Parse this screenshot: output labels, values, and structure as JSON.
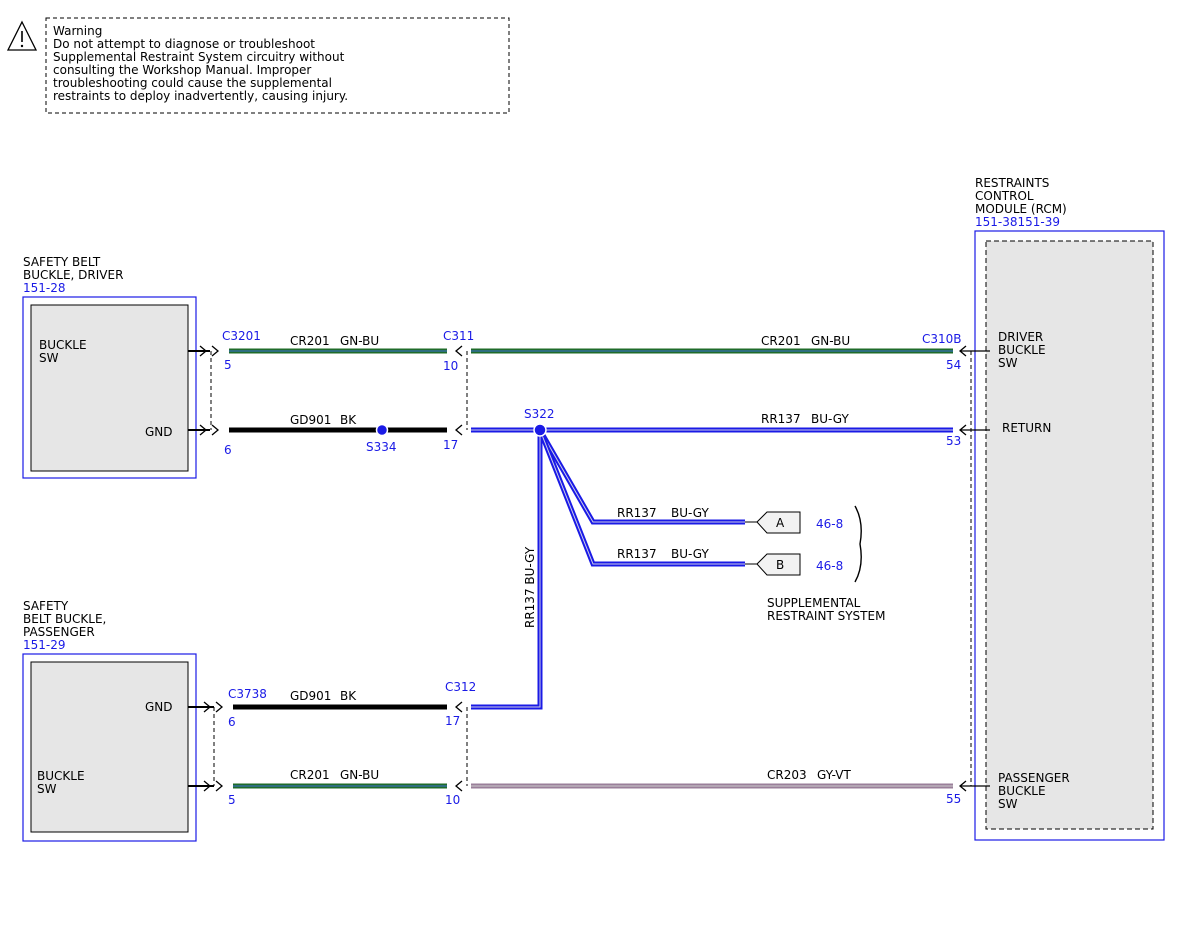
{
  "warning": {
    "icon": "warning-triangle-icon",
    "title": "Warning",
    "lines": [
      "Do not attempt to diagnose or troubleshoot",
      "Supplemental Restraint System circuitry without",
      "consulting the Workshop Manual. Improper",
      "troubleshooting could cause the supplemental",
      "restraints to deploy inadvertently, causing injury."
    ]
  },
  "colors": {
    "module_border": "#1a1ae6",
    "label_blue": "#1a1ae6",
    "wire_gn_bu": "#1f6b2a",
    "wire_bk": "#000000",
    "wire_bu_gy": "#1a1ae6",
    "wire_gy_vt": "#9a7f9a",
    "module_fill": "#e6e6e6"
  },
  "driver_buckle": {
    "name_line1": "SAFETY BELT",
    "name_line2": "BUCKLE, DRIVER",
    "ref": "151-28",
    "buckle_label_1": "BUCKLE",
    "buckle_label_2": "SW",
    "gnd_label": "GND"
  },
  "passenger_buckle": {
    "name_line1": "SAFETY",
    "name_line2": "BELT BUCKLE,",
    "name_line3": "PASSENGER",
    "ref": "151-29",
    "gnd_label": "GND",
    "buckle_label_1": "BUCKLE",
    "buckle_label_2": "SW"
  },
  "rcm": {
    "name_line1": "RESTRAINTS",
    "name_line2": "CONTROL",
    "name_line3": "MODULE (RCM)",
    "ref": "151-38151-39",
    "driver_label_1": "DRIVER",
    "driver_label_2": "BUCKLE",
    "driver_label_3": "SW",
    "return_label": "RETURN",
    "pass_label_1": "PASSENGER",
    "pass_label_2": "BUCKLE",
    "pass_label_3": "SW"
  },
  "connectors": {
    "c3201": "C3201",
    "c311": "C311",
    "c310b": "C310B",
    "c3738": "C3738",
    "c312": "C312"
  },
  "pins": {
    "c3201_buckle": "5",
    "c3201_gnd": "6",
    "c311_top": "10",
    "c311_bottom": "17",
    "c310b_54": "54",
    "c310b_53": "53",
    "c3738_gnd": "6",
    "c3738_buckle": "5",
    "c312_top": "17",
    "c312_bottom": "10",
    "rcm_55": "55"
  },
  "splices": {
    "s322": "S322",
    "s334": "S334"
  },
  "wires": {
    "cr201_left_top": {
      "circuit": "CR201",
      "color": "GN-BU"
    },
    "cr201_right_top": {
      "circuit": "CR201",
      "color": "GN-BU"
    },
    "gd901_top": {
      "circuit": "GD901",
      "color": "BK"
    },
    "rr137_right": {
      "circuit": "RR137",
      "color": "BU-GY"
    },
    "rr137_a": {
      "circuit": "RR137",
      "color": "BU-GY"
    },
    "rr137_b": {
      "circuit": "RR137",
      "color": "BU-GY"
    },
    "rr137_vert": {
      "label": "RR137  BU-GY"
    },
    "gd901_bottom": {
      "circuit": "GD901",
      "color": "BK"
    },
    "cr201_left_bottom": {
      "circuit": "CR201",
      "color": "GN-BU"
    },
    "cr203_right_bottom": {
      "circuit": "CR203",
      "color": "GY-VT"
    }
  },
  "srs": {
    "flag_a": "A",
    "flag_b": "B",
    "ref_a": "46-8",
    "ref_b": "46-8",
    "label_1": "SUPPLEMENTAL",
    "label_2": "RESTRAINT SYSTEM"
  }
}
